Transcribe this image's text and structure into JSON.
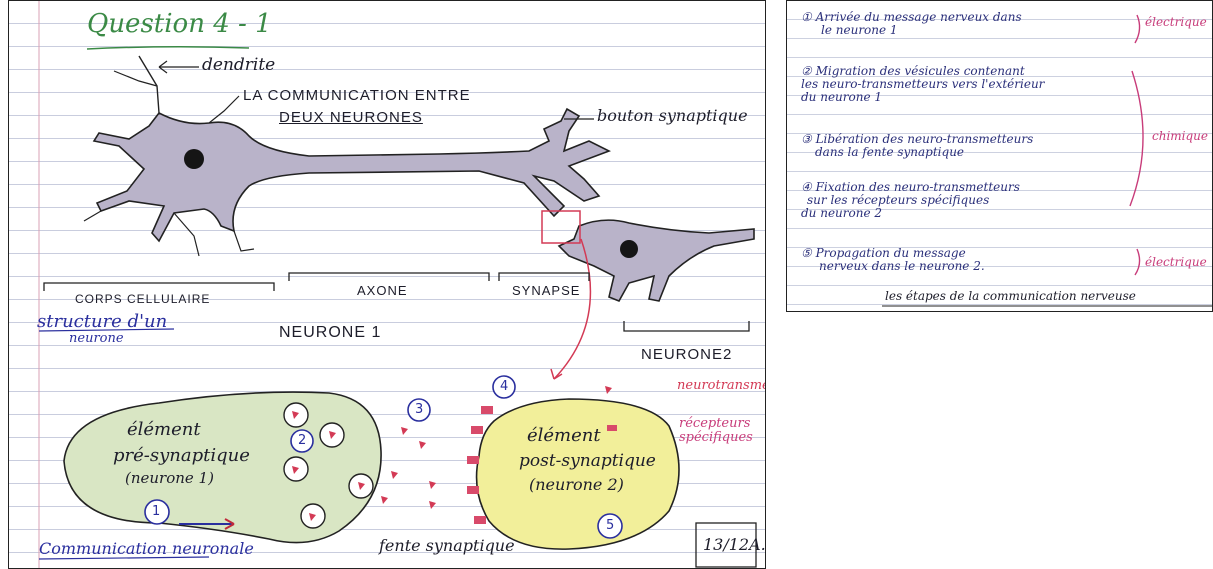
{
  "left": {
    "question_title": "Question 4 - 1",
    "diagram_title_line1": "LA COMMUNICATION ENTRE",
    "diagram_title_line2": "DEUX NEURONES",
    "labels": {
      "dendrite": "dendrite",
      "bouton": "bouton synaptique",
      "corps": "CORPS CELLULAIRE",
      "axone": "AXONE",
      "synapse": "SYNAPSE",
      "structure_line1": "structure d'un",
      "structure_line2": "neurone",
      "neurone1": "NEURONE 1",
      "neurone2": "NEURONE2",
      "pre_line1": "élément",
      "pre_line2": "pré-synaptique",
      "pre_line3": "(neurone 1)",
      "post_line1": "élément",
      "post_line2": "post-synaptique",
      "post_line3": "(neurone 2)",
      "legend_nt": "neurotransmetteurs",
      "legend_rec": "récepteurs spécifiques",
      "fente": "fente synaptique",
      "comm": "Communication neuronale",
      "page": "13/12A."
    },
    "step_numbers": [
      "1",
      "2",
      "3",
      "4",
      "5"
    ],
    "colors": {
      "ink": "#1d1d2a",
      "title_green": "#3b8a46",
      "pen_blue": "#2a2f9e",
      "pen_red": "#d33a55",
      "cell_fill": "#b9b3c9",
      "pre_fill": "#d9e6c4",
      "post_fill": "#f2ef9a"
    }
  },
  "right": {
    "steps": [
      {
        "line1": "① Arrivée du message nerveux dans",
        "line2": "le neurone 1"
      },
      {
        "line1": "② Migration des vésicules contenant",
        "line2": "les neuro-transmetteurs vers l'extérieur",
        "line3": "du neurone 1"
      },
      {
        "line1": "③ Libération des neuro-transmetteurs",
        "line2": "dans la fente synaptique"
      },
      {
        "line1": "④ Fixation des neuro-transmetteurs",
        "line2": "sur les récepteurs spécifiques",
        "line3": "du neurone 2"
      },
      {
        "line1": "⑤ Propagation du message",
        "line2": "nerveux dans le neurone 2."
      }
    ],
    "type_electrique_1": "électrique",
    "type_chimique": "chimique",
    "type_electrique_2": "électrique",
    "caption": "les étapes de la communication nerveuse"
  }
}
